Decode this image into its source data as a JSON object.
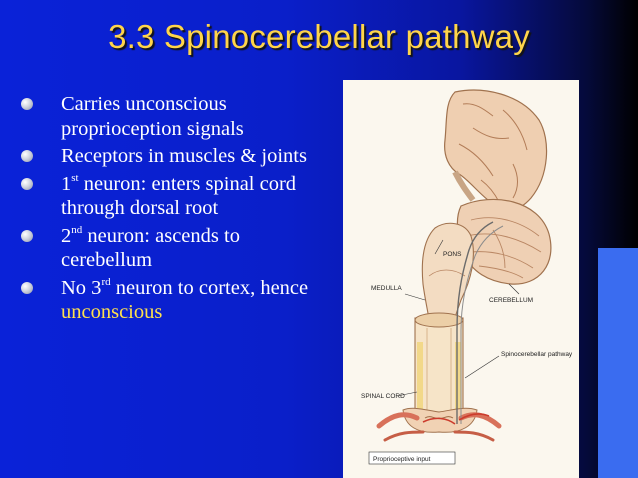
{
  "slide": {
    "title": "3.3 Spinocerebellar pathway",
    "bullets": [
      {
        "text": "Carries unconscious proprioception signals"
      },
      {
        "text": "Receptors in muscles & joints"
      },
      {
        "prefix": "1",
        "sup": "st",
        "text": " neuron: enters spinal cord through dorsal root"
      },
      {
        "prefix": "2",
        "sup": "nd",
        "text": " neuron: ascends to cerebellum"
      },
      {
        "prefix": "No 3",
        "sup": "rd",
        "text": " neuron to cortex, hence ",
        "highlight": "unconscious"
      }
    ],
    "colors": {
      "title": "#ffd54a",
      "highlight": "#ffe14d",
      "text": "#ffffff"
    }
  },
  "figure": {
    "labels": {
      "pons": "PONS",
      "medulla": "MEDULLA",
      "cerebellum": "CEREBELLUM",
      "pathway": "Spinocerebellar pathway",
      "spinal_cord": "SPINAL CORD",
      "input": "Proprioceptive input"
    }
  }
}
